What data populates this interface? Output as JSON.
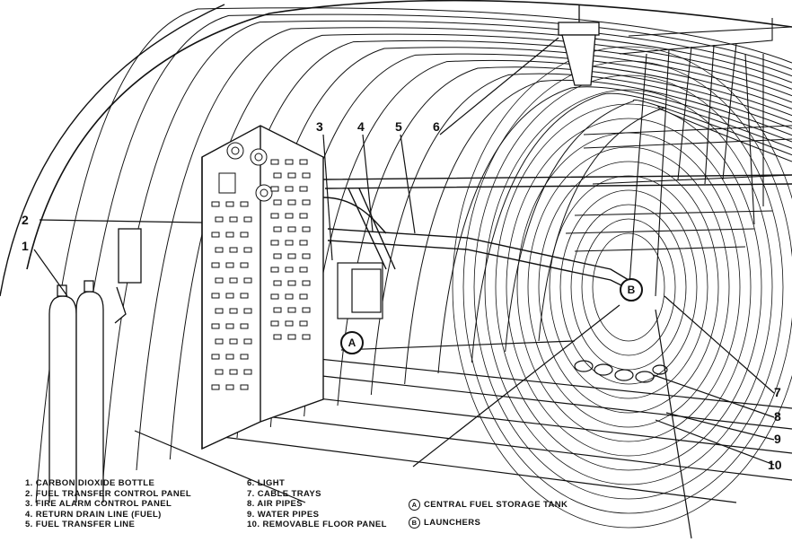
{
  "callouts": [
    "1",
    "2",
    "3",
    "4",
    "5",
    "6",
    "7",
    "8",
    "9",
    "10"
  ],
  "markers": {
    "A": "A",
    "B": "B"
  },
  "legend": {
    "items": [
      "1. CARBON DIOXIDE BOTTLE",
      "2. FUEL TRANSFER CONTROL PANEL",
      "3. FIRE ALARM CONTROL PANEL",
      "4. RETURN DRAIN LINE (FUEL)",
      "5. FUEL TRANSFER LINE",
      "6. LIGHT",
      "7. CABLE TRAYS",
      "8. AIR PIPES",
      "9. WATER PIPES",
      "10. REMOVABLE FLOOR PANEL"
    ],
    "keys": [
      {
        "marker": "A",
        "label": "CENTRAL FUEL STORAGE TANK"
      },
      {
        "marker": "B",
        "label": "LAUNCHERS"
      }
    ]
  },
  "colors": {
    "ink": "#111111",
    "paper": "#ffffff"
  }
}
